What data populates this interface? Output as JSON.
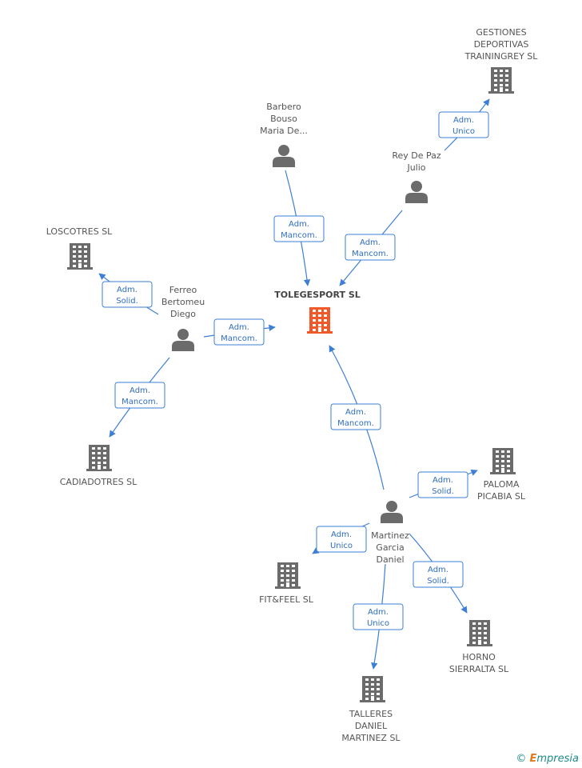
{
  "center": {
    "id": "tolegesport",
    "label": [
      "TOLEGESPORT SL"
    ],
    "color": "#f0592a"
  },
  "nodes": [
    {
      "id": "gestiones",
      "type": "company",
      "label": [
        "GESTIONES",
        "DEPORTIVAS",
        "TRAININGREY SL"
      ]
    },
    {
      "id": "barbero",
      "type": "person",
      "label": [
        "Barbero",
        "Bouso",
        "Maria De..."
      ]
    },
    {
      "id": "reydepaz",
      "type": "person",
      "label": [
        "Rey De Paz",
        "Julio"
      ]
    },
    {
      "id": "loscotres",
      "type": "company",
      "label": [
        "LOSCOTRES SL"
      ]
    },
    {
      "id": "ferreo",
      "type": "person",
      "label": [
        "Ferreo",
        "Bertomeu",
        "Diego"
      ]
    },
    {
      "id": "cadiadotres",
      "type": "company",
      "label": [
        "CADIADOTRES SL"
      ]
    },
    {
      "id": "paloma",
      "type": "company",
      "label": [
        "PALOMA",
        "PICABIA SL"
      ]
    },
    {
      "id": "martinez",
      "type": "person",
      "label": [
        "Martinez",
        "Garcia",
        "Daniel"
      ]
    },
    {
      "id": "fitfeel",
      "type": "company",
      "label": [
        "FIT&FEEL SL"
      ]
    },
    {
      "id": "horno",
      "type": "company",
      "label": [
        "HORNO",
        "SIERRALTA SL"
      ]
    },
    {
      "id": "talleres",
      "type": "company",
      "label": [
        "TALLERES",
        "DANIEL",
        "MARTINEZ SL"
      ]
    }
  ],
  "edges": [
    {
      "from": "reydepaz",
      "to": "gestiones",
      "role": [
        "Adm.",
        "Unico"
      ]
    },
    {
      "from": "barbero",
      "to": "tolegesport",
      "role": [
        "Adm.",
        "Mancom."
      ]
    },
    {
      "from": "reydepaz",
      "to": "tolegesport",
      "role": [
        "Adm.",
        "Mancom."
      ]
    },
    {
      "from": "ferreo",
      "to": "loscotres",
      "role": [
        "Adm.",
        "Solid."
      ]
    },
    {
      "from": "ferreo",
      "to": "tolegesport",
      "role": [
        "Adm.",
        "Mancom."
      ]
    },
    {
      "from": "ferreo",
      "to": "cadiadotres",
      "role": [
        "Adm.",
        "Mancom."
      ]
    },
    {
      "from": "martinez",
      "to": "tolegesport",
      "role": [
        "Adm.",
        "Mancom."
      ]
    },
    {
      "from": "martinez",
      "to": "paloma",
      "role": [
        "Adm.",
        "Solid."
      ]
    },
    {
      "from": "martinez",
      "to": "fitfeel",
      "role": [
        "Adm.",
        "Unico"
      ]
    },
    {
      "from": "martinez",
      "to": "horno",
      "role": [
        "Adm.",
        "Solid."
      ]
    },
    {
      "from": "martinez",
      "to": "talleres",
      "role": [
        "Adm.",
        "Unico"
      ]
    }
  ],
  "colors": {
    "company": "#6b6b6b",
    "person": "#6b6b6b",
    "edge": "#3d7fd6",
    "badge_text": "#2e6dc0"
  },
  "footer": {
    "copyright": "©",
    "brand_initial": "E",
    "brand_rest": "mpresia"
  }
}
